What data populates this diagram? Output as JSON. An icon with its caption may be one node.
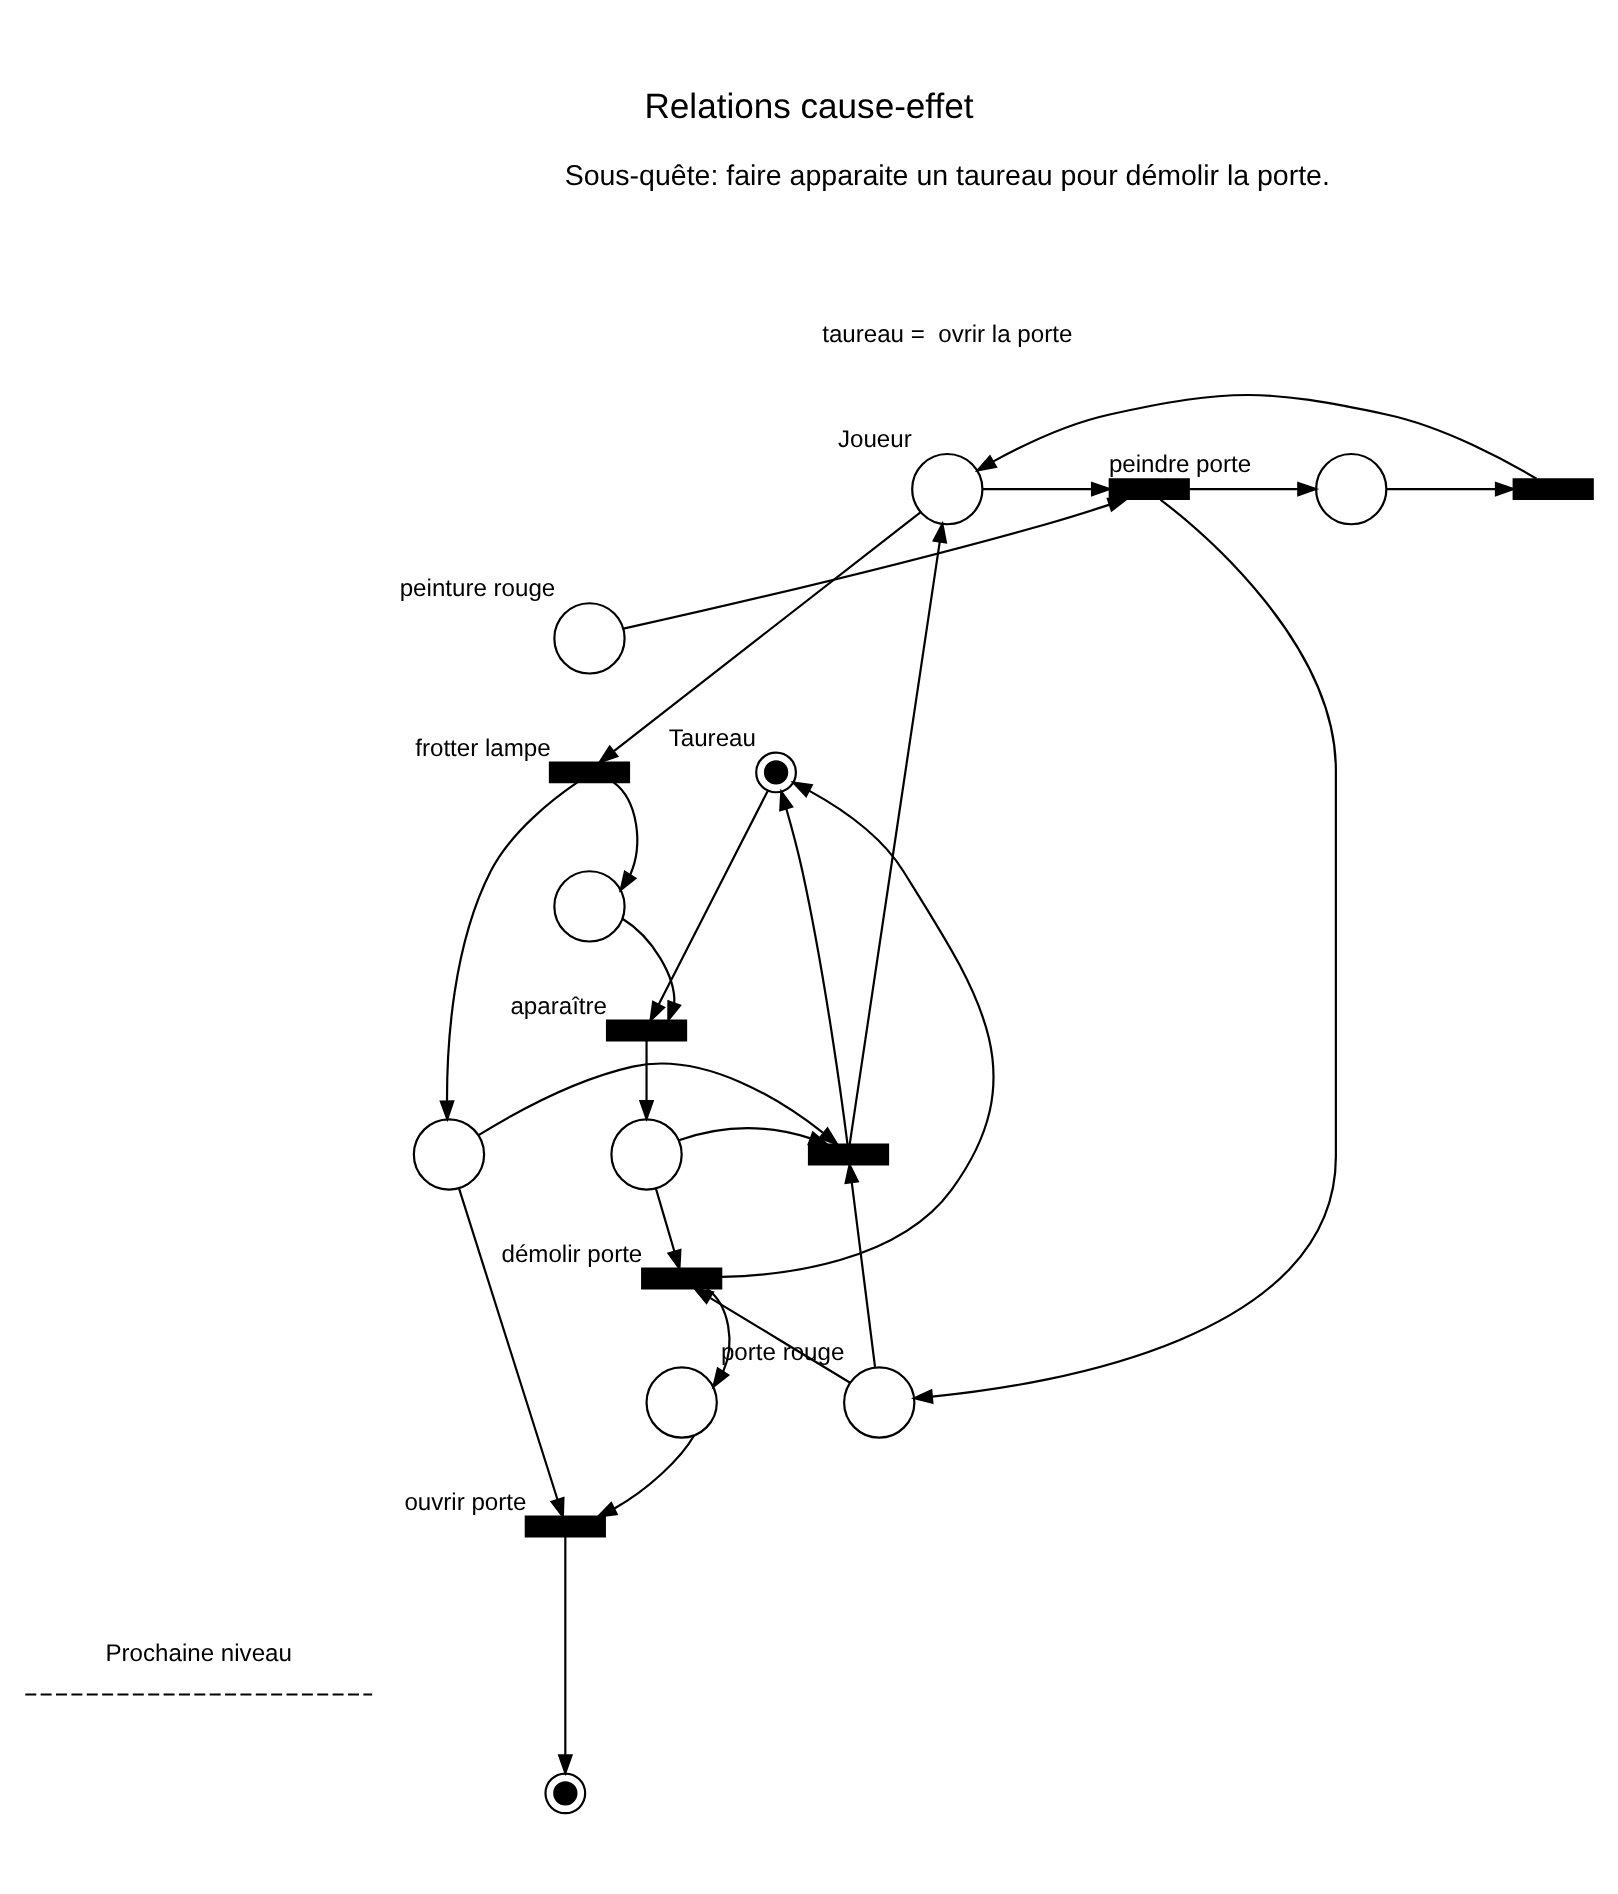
{
  "diagram": {
    "title": "Relations cause-effet",
    "nodes": [
      {
        "text": [],
        "shape": "circle",
        "beside": [
          "Joueur"
        ]
      },
      {
        "text": [],
        "shape": "bar",
        "beside": [
          "peindre porte"
        ]
      },
      {
        "text": [],
        "shape": "circle",
        "beside": [
          "peinture rouge"
        ]
      },
      {
        "text": [],
        "shape": "circle"
      },
      {
        "text": [],
        "shape": "bar"
      },
      {
        "text": [],
        "shape": "bar",
        "beside": [
          "frotter lampe"
        ]
      },
      {
        "text": [],
        "shape": "circle"
      },
      {
        "text": [],
        "shape": "bullseye",
        "beside": [
          "Taureau"
        ]
      },
      {
        "text": [],
        "shape": "bar",
        "beside": [
          "aparaître"
        ]
      },
      {
        "text": [],
        "shape": "circle"
      },
      {
        "text": [],
        "shape": "bar"
      },
      {
        "text": [],
        "shape": "circle"
      },
      {
        "text": [],
        "shape": "bar",
        "beside": [
          "démolir porte"
        ]
      },
      {
        "text": [],
        "shape": "circle"
      },
      {
        "text": [],
        "shape": "circle",
        "beside": [
          "porte rouge"
        ]
      },
      {
        "text": [],
        "shape": "bar",
        "beside": [
          "ouvrir porte"
        ]
      },
      {
        "text": [],
        "shape": "bullseye"
      }
    ],
    "edges": [
      {
        "from": 4,
        "to": 0,
        "arrow": "to"
      },
      {
        "from": 0,
        "to": 1,
        "arrow": "to"
      },
      {
        "from": 2,
        "to": 1,
        "arrow": "to"
      },
      {
        "from": 1,
        "to": 3,
        "arrow": "to"
      },
      {
        "from": 3,
        "to": 4,
        "arrow": "to"
      },
      {
        "from": 1,
        "to": 14,
        "arrow": "to"
      },
      {
        "from": 0,
        "to": 5,
        "arrow": "to"
      },
      {
        "from": 5,
        "to": 6,
        "arrow": "to"
      },
      {
        "from": 5,
        "to": 9,
        "arrow": "to"
      },
      {
        "from": 6,
        "to": 8,
        "arrow": "to"
      },
      {
        "from": 7,
        "to": 8,
        "arrow": "to"
      },
      {
        "from": 8,
        "to": 11,
        "arrow": "to"
      },
      {
        "from": 9,
        "to": 10,
        "arrow": "to"
      },
      {
        "from": 11,
        "to": 10,
        "arrow": "to"
      },
      {
        "from": 10,
        "to": 0,
        "arrow": "to"
      },
      {
        "from": 10,
        "to": 7,
        "arrow": "to"
      },
      {
        "from": 14,
        "to": 10,
        "arrow": "to"
      },
      {
        "from": 11,
        "to": 12,
        "arrow": "to"
      },
      {
        "from": 14,
        "to": 12,
        "arrow": "to"
      },
      {
        "from": 12,
        "to": 7,
        "arrow": "to"
      },
      {
        "from": 12,
        "to": 13,
        "arrow": "to"
      },
      {
        "from": 13,
        "to": 15,
        "arrow": "to"
      },
      {
        "from": 9,
        "to": 15,
        "arrow": "to"
      },
      {
        "from": 15,
        "to": 16,
        "arrow": "to"
      }
    ],
    "labels": [
      "Sous-quête: faire apparaite un taureau pour démolir la porte.",
      "taureau =  ovrir la porte",
      "Prochaine niveau"
    ]
  }
}
